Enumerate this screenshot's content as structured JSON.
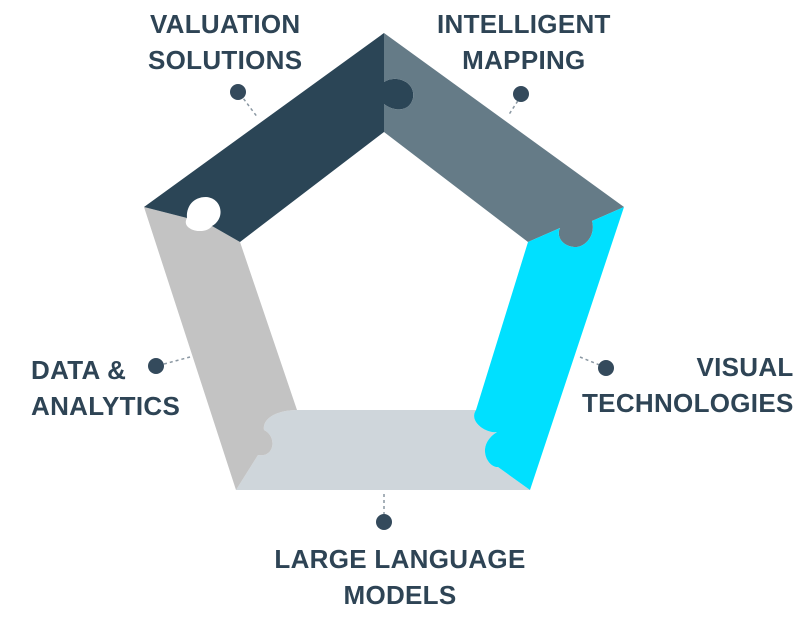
{
  "diagram": {
    "colors": {
      "text": "#2e4455",
      "dot": "#344a5c",
      "connector": "#8a97a2",
      "segment_top_left": "#2b4556",
      "segment_top_right": "#657b87",
      "segment_right": "#00e0ff",
      "segment_bottom": "#cfd6db",
      "segment_left": "#c3c3c3",
      "background": "#ffffff"
    },
    "segments": [
      {
        "id": "valuation",
        "color_key": "segment_top_left",
        "label_lines": [
          "VALUATION",
          "SOLUTIONS"
        ]
      },
      {
        "id": "mapping",
        "color_key": "segment_top_right",
        "label_lines": [
          "INTELLIGENT",
          "MAPPING"
        ]
      },
      {
        "id": "visual",
        "color_key": "segment_right",
        "label_lines": [
          "VISUAL",
          "TECHNOLOGIES"
        ]
      },
      {
        "id": "llm",
        "color_key": "segment_bottom",
        "label_lines": [
          "LARGE LANGUAGE",
          "MODELS"
        ]
      },
      {
        "id": "data",
        "color_key": "segment_left",
        "label_lines": [
          "DATA &",
          "ANALYTICS"
        ]
      }
    ]
  }
}
